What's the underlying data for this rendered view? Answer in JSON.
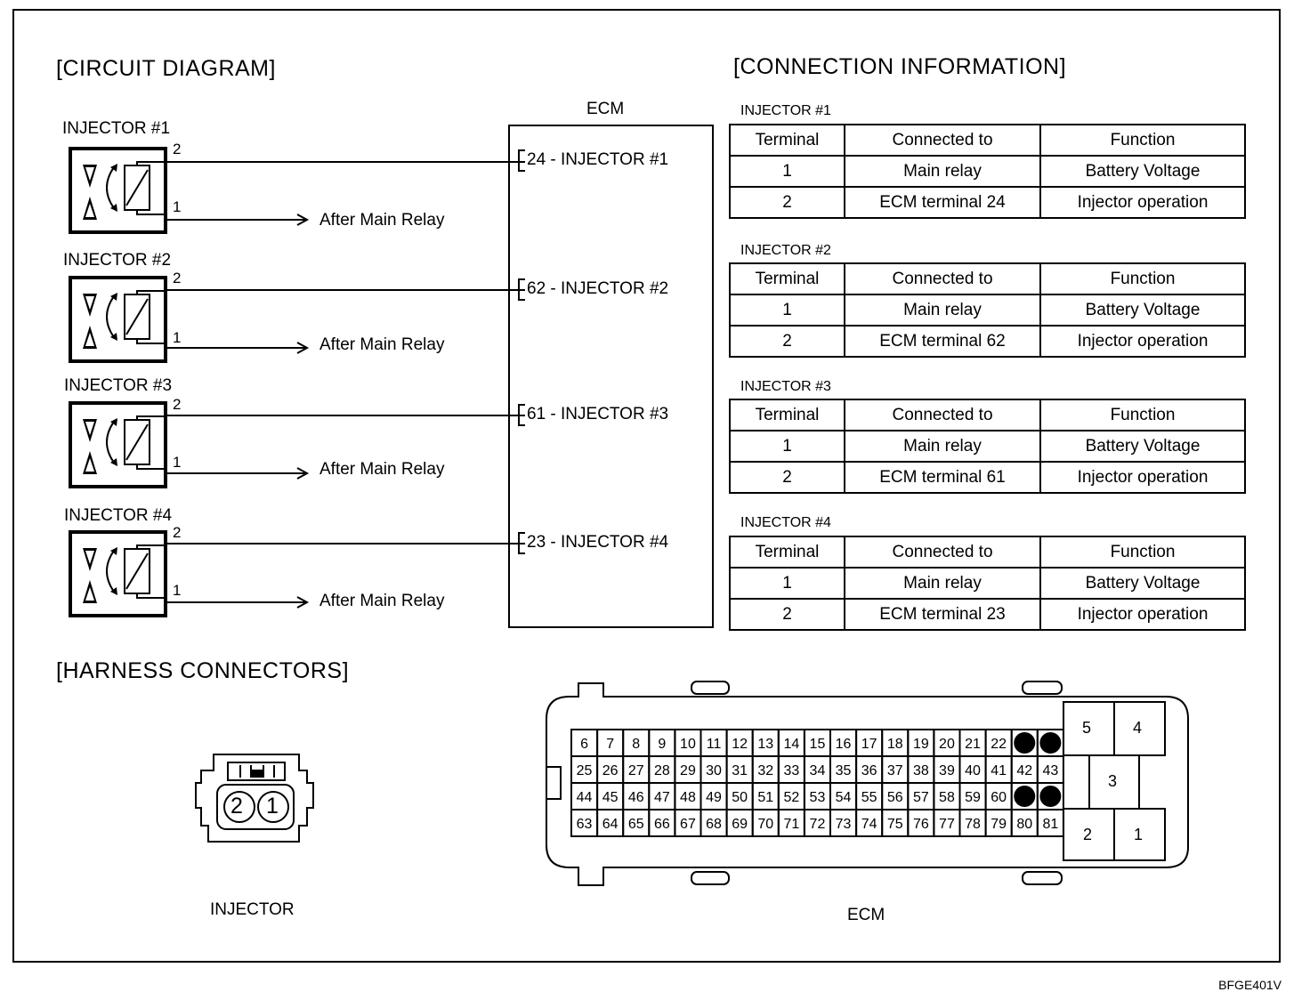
{
  "circuit_title": "[CIRCUIT DIAGRAM]",
  "connection_title": "[CONNECTION INFORMATION]",
  "harness_title": "[HARNESS CONNECTORS]",
  "ecm_label": "ECM",
  "terminal_2": "2",
  "terminal_1": "1",
  "after_main_relay": "After Main Relay",
  "injectors": [
    {
      "label": "INJECTOR #1",
      "ecm_pin": "24 - INJECTOR #1"
    },
    {
      "label": "INJECTOR #2",
      "ecm_pin": "62 - INJECTOR #2"
    },
    {
      "label": "INJECTOR #3",
      "ecm_pin": "61 - INJECTOR #3"
    },
    {
      "label": "INJECTOR #4",
      "ecm_pin": "23 - INJECTOR #4"
    }
  ],
  "tables": [
    {
      "title": "INJECTOR #1",
      "header": [
        "Terminal",
        "Connected to",
        "Function"
      ],
      "rows": [
        [
          "1",
          "Main relay",
          "Battery Voltage"
        ],
        [
          "2",
          "ECM terminal 24",
          "Injector operation"
        ]
      ]
    },
    {
      "title": "INJECTOR #2",
      "header": [
        "Terminal",
        "Connected to",
        "Function"
      ],
      "rows": [
        [
          "1",
          "Main relay",
          "Battery Voltage"
        ],
        [
          "2",
          "ECM terminal 62",
          "Injector operation"
        ]
      ]
    },
    {
      "title": "INJECTOR #3",
      "header": [
        "Terminal",
        "Connected to",
        "Function"
      ],
      "rows": [
        [
          "1",
          "Main relay",
          "Battery Voltage"
        ],
        [
          "2",
          "ECM terminal 61",
          "Injector operation"
        ]
      ]
    },
    {
      "title": "INJECTOR #4",
      "header": [
        "Terminal",
        "Connected to",
        "Function"
      ],
      "rows": [
        [
          "1",
          "Main relay",
          "Battery Voltage"
        ],
        [
          "2",
          "ECM terminal 23",
          "Injector operation"
        ]
      ]
    }
  ],
  "injector_connector": {
    "caption": "INJECTOR",
    "pins": [
      "2",
      "1"
    ]
  },
  "ecm_connector": {
    "caption": "ECM",
    "rows": [
      [
        "6",
        "7",
        "8",
        "9",
        "10",
        "11",
        "12",
        "13",
        "14",
        "15",
        "16",
        "17",
        "18",
        "19",
        "20",
        "21",
        "22",
        "●",
        "●"
      ],
      [
        "25",
        "26",
        "27",
        "28",
        "29",
        "30",
        "31",
        "32",
        "33",
        "34",
        "35",
        "36",
        "37",
        "38",
        "39",
        "40",
        "41",
        "42",
        "43"
      ],
      [
        "44",
        "45",
        "46",
        "47",
        "48",
        "49",
        "50",
        "51",
        "52",
        "53",
        "54",
        "55",
        "56",
        "57",
        "58",
        "59",
        "60",
        "●",
        "●"
      ],
      [
        "63",
        "64",
        "65",
        "66",
        "67",
        "68",
        "69",
        "70",
        "71",
        "72",
        "73",
        "74",
        "75",
        "76",
        "77",
        "78",
        "79",
        "80",
        "81"
      ]
    ],
    "big_pins": [
      "5",
      "4",
      "3",
      "2",
      "1"
    ]
  },
  "figure_code": "BFGE401V"
}
